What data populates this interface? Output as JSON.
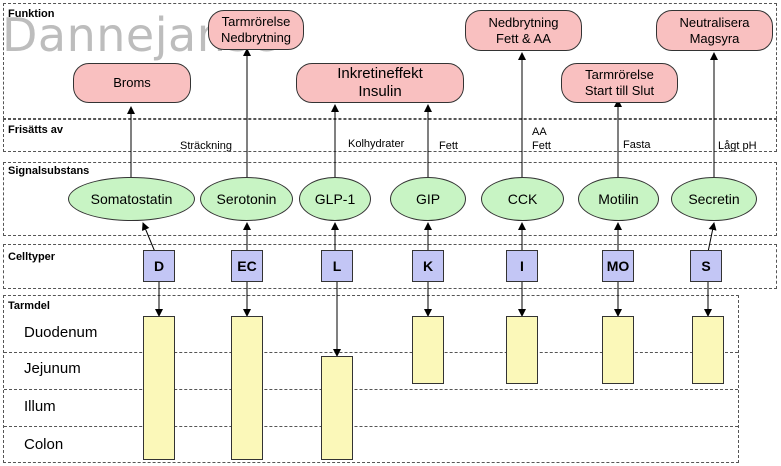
{
  "watermark": "Dannejanse",
  "bands": {
    "funktion": "Funktion",
    "frisatts": "Frisätts av",
    "signal": "Signalsubstans",
    "celltyper": "Celltyper",
    "tarmdel": "Tarmdel"
  },
  "functions": {
    "broms": "Broms",
    "tarm_nedbr": "Tarmrörelse\nNedbrytning",
    "inkretin": "Inkretineffekt\nInsulin",
    "nedbr_fett": "Nedbrytning\nFett & AA",
    "tarm_start": "Tarmrörelse\nStart till Slut",
    "neutral": "Neutralisera\nMagsyra"
  },
  "triggers": {
    "strackning": "Sträckning",
    "kolhydrater": "Kolhydrater",
    "fett": "Fett",
    "aa_fett": "AA\nFett",
    "fasta": "Fasta",
    "lagt_ph": "Lågt pH"
  },
  "signals": {
    "somatostatin": "Somatostatin",
    "serotonin": "Serotonin",
    "glp1": "GLP-1",
    "gip": "GIP",
    "cck": "CCK",
    "motilin": "Motilin",
    "secretin": "Secretin"
  },
  "cells": {
    "d": "D",
    "ec": "EC",
    "l": "L",
    "k": "K",
    "i": "I",
    "mo": "MO",
    "s": "S"
  },
  "segments": {
    "duodenum": "Duodenum",
    "jejunum": "Jejunum",
    "illum": "Illum",
    "colon": "Colon"
  },
  "colors": {
    "function_fill": "#f9c0c0",
    "signal_fill": "#c8f4c4",
    "cell_fill": "#c3c6f5",
    "location_fill": "#fbf8b9"
  }
}
